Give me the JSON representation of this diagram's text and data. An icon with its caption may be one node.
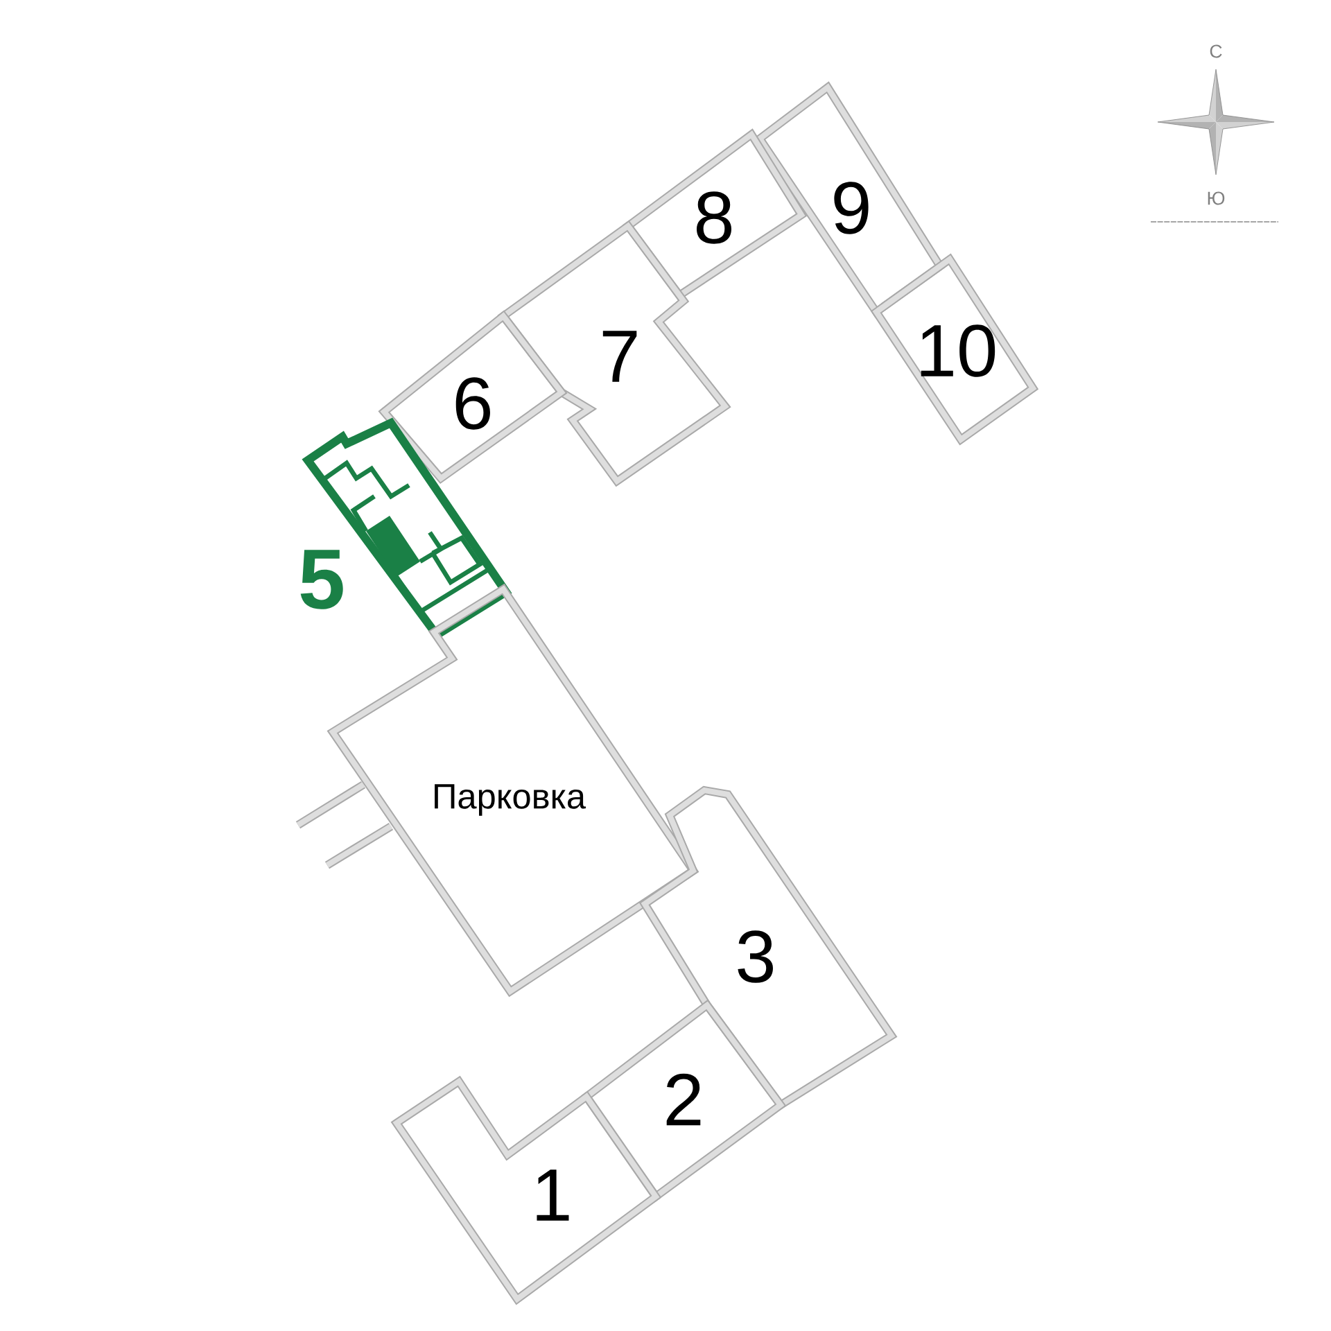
{
  "diagram": {
    "nodes": [
      {
        "text": [
          "9"
        ]
      },
      {
        "text": [
          "8"
        ]
      },
      {
        "text": [
          "10"
        ]
      },
      {
        "text": [
          "7"
        ]
      },
      {
        "text": [
          "6"
        ]
      },
      {
        "text": [
          "5"
        ]
      },
      {
        "text": [
          "Парковка"
        ]
      },
      {
        "text": [
          "3"
        ]
      },
      {
        "text": [
          "2"
        ]
      },
      {
        "text": [
          "1"
        ]
      }
    ],
    "labels": [
      "С",
      "Ю"
    ]
  }
}
